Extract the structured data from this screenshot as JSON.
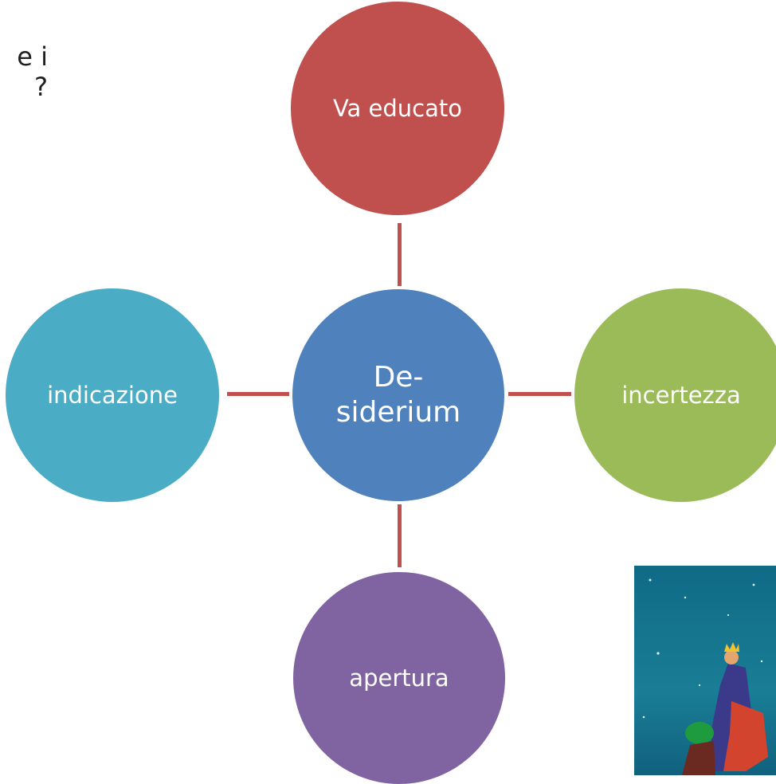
{
  "title_fragment": {
    "line1": "e i",
    "line2": "?"
  },
  "diagram": {
    "center": "De-\nsiderium",
    "top": "Va educato",
    "right": "incertezza",
    "bottom": "apertura",
    "left": "indicazione"
  },
  "colors": {
    "center": "#4f81bd",
    "top": "#c0504d",
    "right": "#9bbb59",
    "bottom": "#8064a2",
    "left": "#4bacc6",
    "connector": "#c0504d"
  },
  "image": {
    "icon": "magi-king-illustration"
  }
}
